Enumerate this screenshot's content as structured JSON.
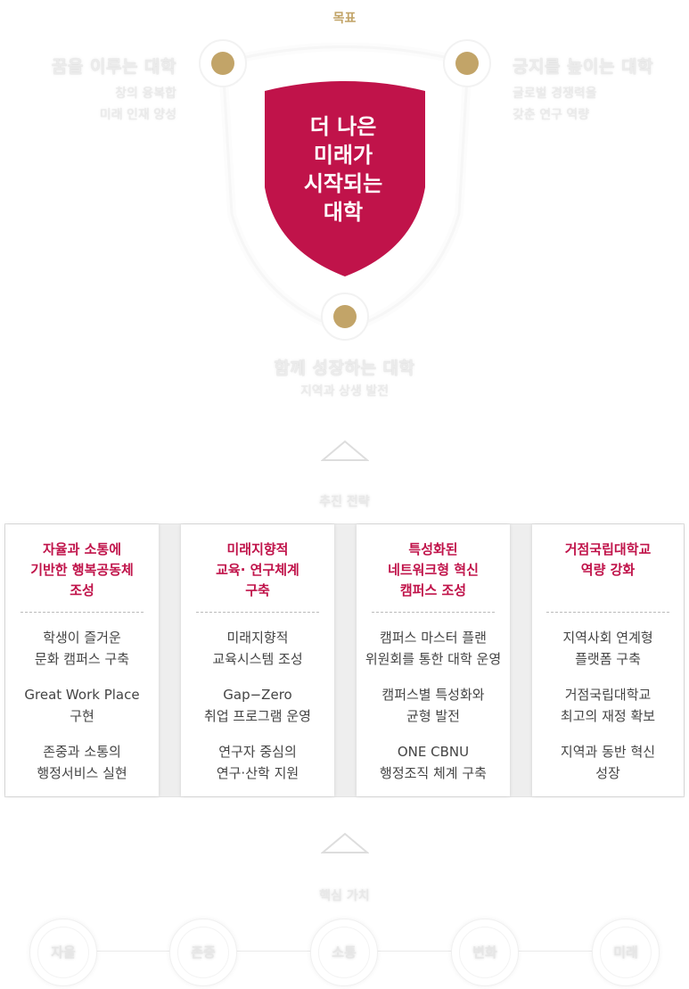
{
  "goal": {
    "label": "목표",
    "center": [
      "더 나은",
      "미래가",
      "시작되는",
      "대학"
    ],
    "left": {
      "title": "꿈을 이루는 대학",
      "desc": [
        "창의 융복합",
        "미래 인재 양성"
      ]
    },
    "right": {
      "title": "긍지를 높이는 대학",
      "desc": [
        "글로벌 경쟁력을",
        "갖춘 연구 역량"
      ]
    },
    "bottom": {
      "title": "함께 성장하는 대학",
      "desc": [
        "지역과 상생 발전"
      ]
    },
    "colors": {
      "shield": "#c0134a",
      "dot": "#c2a468"
    }
  },
  "strategy": {
    "label": "추진 전략",
    "cards": [
      {
        "title": [
          "자율과 소통에",
          "기반한 행복공동체",
          "조성"
        ],
        "items": [
          [
            "학생이 즐거운",
            "문화 캠퍼스 구축"
          ],
          [
            "Great Work Place",
            "구현"
          ],
          [
            "존중과 소통의",
            "행정서비스 실현"
          ]
        ]
      },
      {
        "title": [
          "미래지향적",
          "교육· 연구체계",
          "구축"
        ],
        "items": [
          [
            "미래지향적",
            "교육시스템 조성"
          ],
          [
            "Gap−Zero",
            "취업 프로그램 운영"
          ],
          [
            "연구자 중심의",
            "연구·산학 지원"
          ]
        ]
      },
      {
        "title": [
          "특성화된",
          "네트워크형 혁신",
          "캠퍼스 조성"
        ],
        "items": [
          [
            "캠퍼스 마스터 플랜",
            "위원회를 통한 대학 운영"
          ],
          [
            "캠퍼스별 특성화와",
            "균형 발전"
          ],
          [
            "ONE CBNU",
            "행정조직 체계 구축"
          ]
        ]
      },
      {
        "title": [
          "거점국립대학교",
          "역량 강화"
        ],
        "items": [
          [
            "지역사회 연계형",
            "플랫폼 구축"
          ],
          [
            "거점국립대학교",
            "최고의 재정 확보"
          ],
          [
            "지역과 동반 혁신",
            "성장"
          ]
        ]
      }
    ]
  },
  "values": {
    "label": "핵심 가치",
    "items": [
      "자율",
      "존중",
      "소통",
      "변화",
      "미래"
    ]
  }
}
